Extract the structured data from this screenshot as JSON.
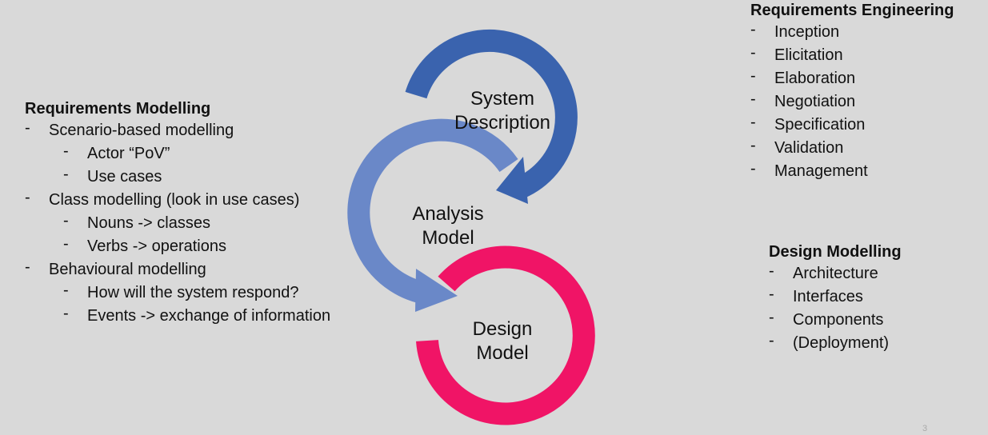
{
  "requirements_modelling": {
    "title": "Requirements Modelling",
    "items": [
      {
        "level": 1,
        "text": "Scenario-based modelling"
      },
      {
        "level": 2,
        "text": "Actor “PoV”"
      },
      {
        "level": 2,
        "text": "Use cases"
      },
      {
        "level": 1,
        "text": "Class modelling (look in use cases)"
      },
      {
        "level": 2,
        "text": "Nouns -> classes"
      },
      {
        "level": 2,
        "text": "Verbs -> operations"
      },
      {
        "level": 1,
        "text": "Behavioural modelling"
      },
      {
        "level": 2,
        "text": "How will the system respond?"
      },
      {
        "level": 2,
        "text": "Events -> exchange of information"
      }
    ]
  },
  "requirements_engineering": {
    "title": "Requirements Engineering",
    "items": [
      "Inception",
      "Elicitation",
      "Elaboration",
      "Negotiation",
      "Specification",
      "Validation",
      "Management"
    ]
  },
  "design_modelling": {
    "title": "Design Modelling",
    "items": [
      "Architecture",
      "Interfaces",
      "Components",
      "(Deployment)"
    ]
  },
  "diagram": {
    "system_description": {
      "line1": "System",
      "line2": "Description",
      "color": "#3a63ae"
    },
    "analysis_model": {
      "line1": "Analysis",
      "line2": "Model",
      "color": "#6a88c8"
    },
    "design_model": {
      "line1": "Design",
      "line2": "Model",
      "color": "#f01466"
    }
  },
  "page_number": "3",
  "bullet": "-"
}
